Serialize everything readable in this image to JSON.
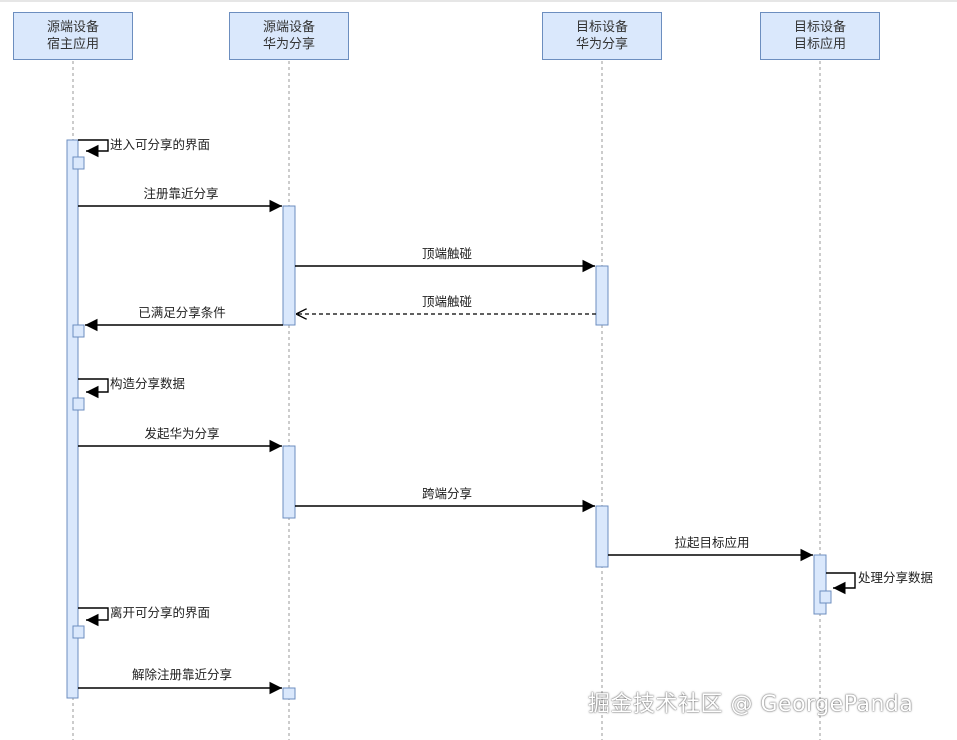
{
  "lifelines": [
    {
      "line1": "源端设备",
      "line2": "宿主应用"
    },
    {
      "line1": "源端设备",
      "line2": "华为分享"
    },
    {
      "line1": "目标设备",
      "line2": "华为分享"
    },
    {
      "line1": "目标设备",
      "line2": "目标应用"
    }
  ],
  "messages": {
    "enter_share_page": "进入可分享的界面",
    "register_nearby_share": "注册靠近分享",
    "top_touch_request": "顶端触碰",
    "top_touch_reply": "顶端触碰",
    "share_conditions_met": "已满足分享条件",
    "construct_share_data": "构造分享数据",
    "initiate_huawei_share": "发起华为分享",
    "cross_device_share": "跨端分享",
    "launch_target_app": "拉起目标应用",
    "process_share_data": "处理分享数据",
    "leave_share_page": "离开可分享的界面",
    "unregister_nearby_share": "解除注册靠近分享"
  },
  "watermark": "掘金技术社区 @ GeorgePanda",
  "colors": {
    "activation_fill": "#dae8fc",
    "activation_stroke": "#6c8ebf",
    "line": "#000000",
    "lifeline_dash": "#999999"
  }
}
